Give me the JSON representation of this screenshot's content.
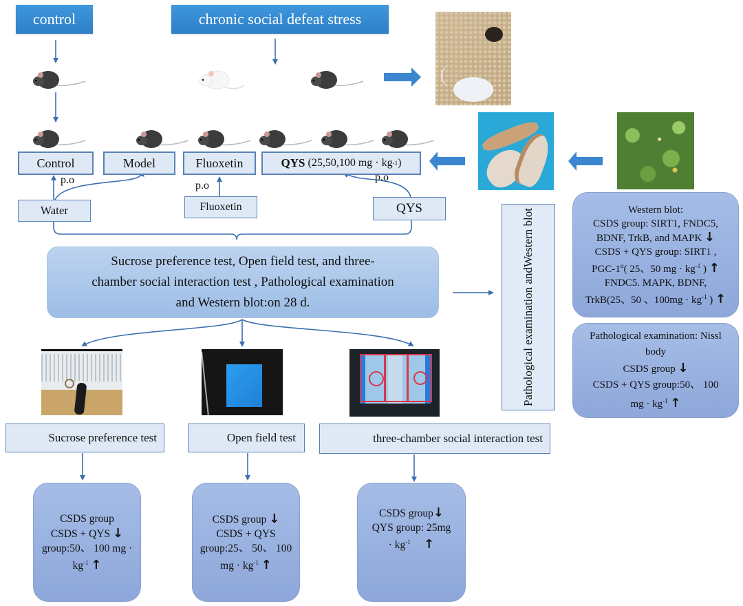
{
  "headers": {
    "control": "control",
    "csds": "chronic social defeat stress"
  },
  "groups": {
    "control": "Control",
    "model": "Model",
    "fluoxetin": "Fluoxetin",
    "qys_bold": "QYS",
    "qys_dose": "(25,50,100 mg · kg",
    "qys_dose_sup": "-1",
    "qys_dose_end": " )"
  },
  "treatments": {
    "water": "Water",
    "fluoxetin": "Fluoxetin",
    "qys": "QYS",
    "route_label": "p.o"
  },
  "main_box": {
    "line1": "Sucrose preference test, Open field test, and three-",
    "line2": "chamber social interaction test , Pathological examination",
    "line3": "and Western blot:on 28 d."
  },
  "vertical_box": {
    "line1": "Pathological examination and",
    "line2": "Western blot"
  },
  "western_blot_box": {
    "title": "Western blot:",
    "l1": "CSDS group: SIRT1, FNDC5,",
    "l2": "BDNF, TrkB, and MAPK",
    "l2_arrow": "↓",
    "l3": "CSDS + QYS group: SIRT1 ,",
    "l4": "PGC-1",
    "l4_sup": "α",
    "l4b": "( 25、50 mg · kg",
    "l4_sup2": "-1",
    "l4c": " )",
    "l4_arrow": "↑",
    "l5": "FNDC5. MAPK, BDNF,",
    "l6": "TrkB(25、50 、100mg · kg",
    "l6_sup": "-1",
    "l6b": " )",
    "l6_arrow": "↑"
  },
  "pathology_box": {
    "l1": "Pathological examination: Nissl",
    "l2": "body",
    "l3": "CSDS group",
    "l3_arrow": "↓",
    "l4": "CSDS + QYS group:50、 100",
    "l5": "mg · kg",
    "l5_sup": "-1",
    "l5_arrow": "↑"
  },
  "tests": [
    {
      "label": "Sucrose preference test"
    },
    {
      "label": "Open field test"
    },
    {
      "label": "three-chamber social interaction test"
    }
  ],
  "results": {
    "sucrose": {
      "l1": "CSDS group",
      "l2": "CSDS + QYS",
      "l2_arrow": "↓",
      "l3": "group:50、 100 mg ·",
      "l4": "kg",
      "l4_sup": "-1",
      "l4_arrow": "↑"
    },
    "open_field": {
      "l1": "CSDS group",
      "l1_arrow": "↓",
      "l2": "CSDS + QYS",
      "l3": "group:25、 50、 100",
      "l4": "mg · kg",
      "l4_sup": "-1",
      "l4_arrow": "↑"
    },
    "three_chamber": {
      "l1": "CSDS group",
      "l1_arrow": "↓",
      "l2": "QYS group:  25mg",
      "l3": "· kg",
      "l3_sup": "-1",
      "l3_arrow": "↑"
    }
  },
  "colors": {
    "header_blue": "#2d7fc8",
    "arrow_blue": "#3a6fb0",
    "group_box_fill": "#dfe9f6",
    "group_box_border": "#5a82b8",
    "result_box_fill": "#98afdf"
  }
}
